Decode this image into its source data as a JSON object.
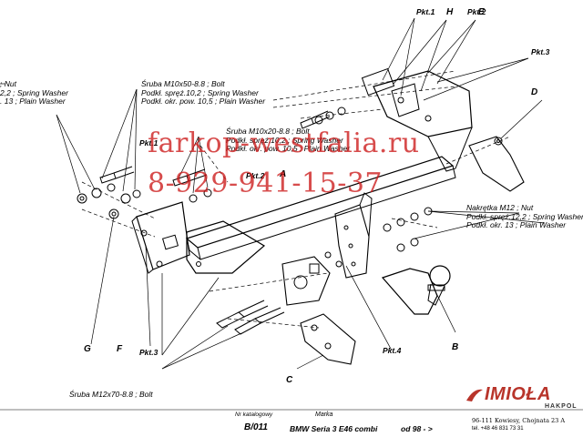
{
  "labels": {
    "nut_left": [
      "; Nut",
      "2,2 ; Spring Washer",
      ". 13 ; Plain Washer"
    ],
    "bolt_m10x50": [
      "Śruba M10x50-8.8 ;  Bolt",
      "Podkł. spręż.10,2 ; Spring Washer",
      "Podkł. okr. pow. 10,5 ; Plain Washer"
    ],
    "bolt_m10x20": [
      "Śruba M10x20-8.8 ;  Bolt",
      "Podkł. spręż.10,2 ; Spring Washer",
      "Podkł. okr. pow. 10,5 ; Plain Washer"
    ],
    "nut_m12": [
      "Nakrętka  M12 ; Nut",
      "Podkł. spręż.12,2 ; Spring Washer",
      "Podkł. okr. 13 ; Plain Washer"
    ],
    "bolt_m12x70": "Śruba M12x70-8.8 ;  Bolt"
  },
  "letters": {
    "A": "A",
    "B": "B",
    "C": "C",
    "D": "D",
    "E": "E",
    "F": "F",
    "G": "G",
    "H": "H"
  },
  "pkts": {
    "pkt1_top": "Pkt.1",
    "pkt2_top": "Pkt.2",
    "pkt3_right": "Pkt.3",
    "pkt1_left": "Pkt.1",
    "pkt2_mid": "Pkt.2",
    "pkt3_bottom": "Pkt.3",
    "pkt4": "Pkt.4"
  },
  "watermark": {
    "site": "farkop-westfalia.ru",
    "phone": "8-929-941-15-37"
  },
  "footer": {
    "catalog_label": "Nr katalogowy",
    "catalog_no": "B/011",
    "brand_label": "Marka",
    "model": "BMW Seria 3 E46 combi",
    "year": "od 98 - >"
  },
  "company": {
    "logo": "IMIOŁA",
    "sub": "HAKPOL",
    "address": "96-111 Kowiesy, Chojnata 23 A",
    "phone": "tel. +48 46 831 73 31"
  },
  "colors": {
    "watermark": "#cc1a1a",
    "logo": "#b8342a"
  }
}
